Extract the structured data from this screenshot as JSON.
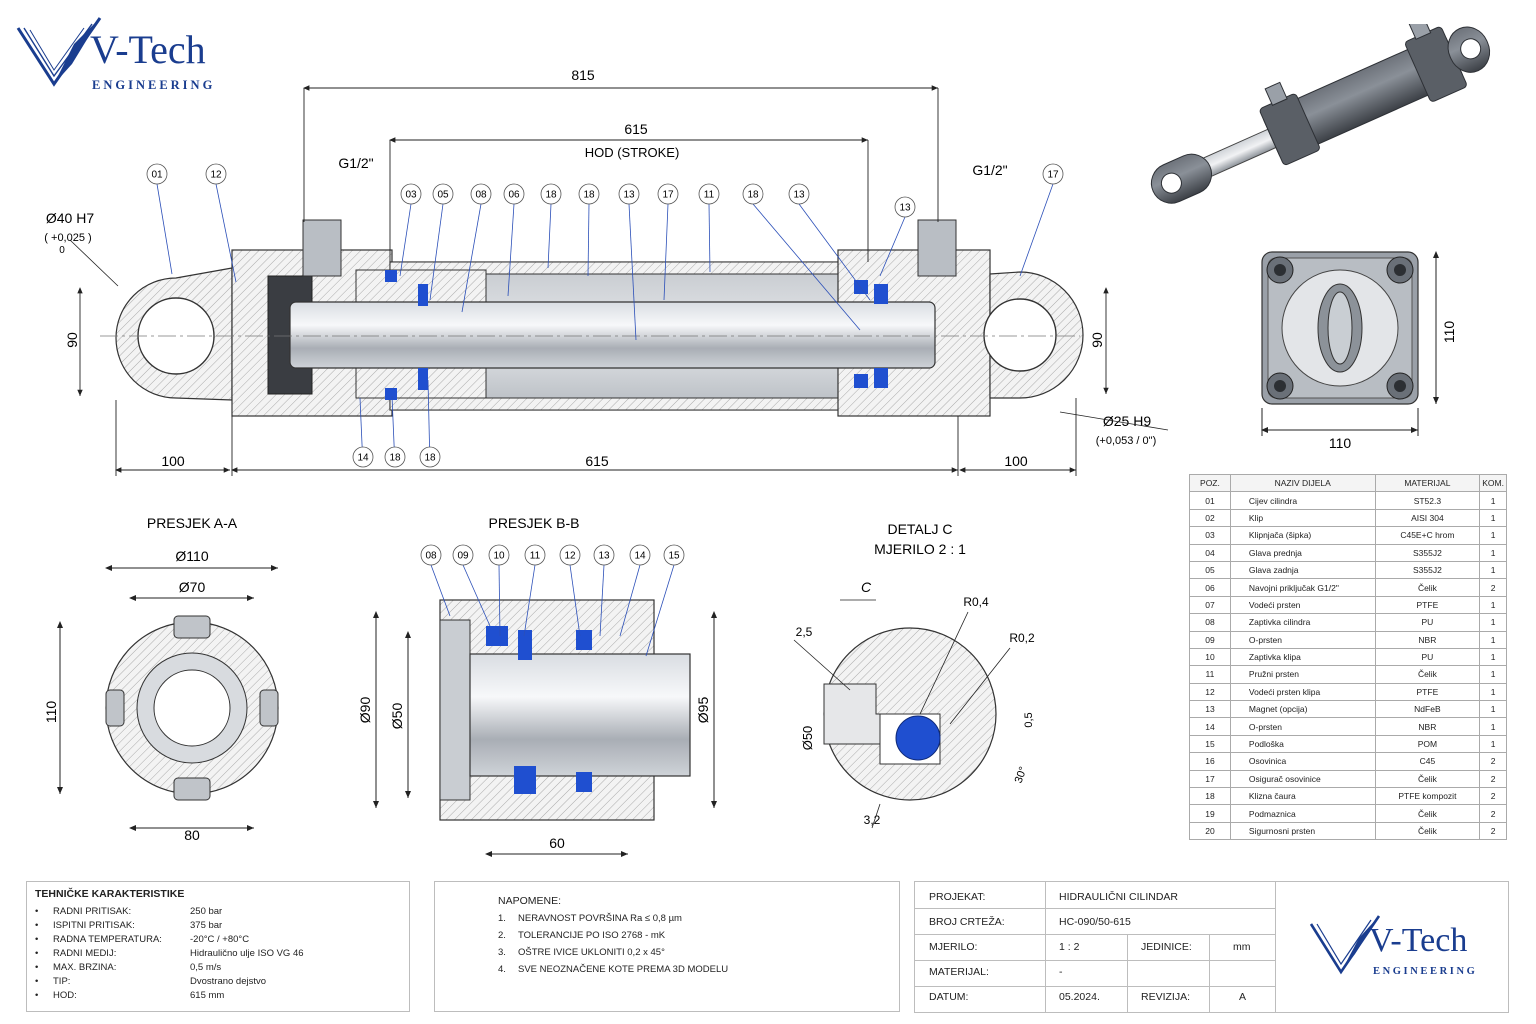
{
  "brand": {
    "name": "V-Tech",
    "sub": "ENGINEERING"
  },
  "main_view": {
    "dims": {
      "overall": "815",
      "stroke": "615",
      "stroke_label": "HOD (STROKE)",
      "bottom_left": "100",
      "bottom_mid": "615",
      "bottom_right": "100",
      "height_left": "90",
      "height_right": "90",
      "port_left": "G1/2\"",
      "port_right": "G1/2\"",
      "bore_left": "Ø40 H7",
      "bore_left_tol_upper": "( +0,025   )",
      "bore_left_tol_lower": "0",
      "bore_right": "Ø25 H9",
      "bore_right_tol": "(+0,053 / 0\")"
    },
    "balloons_top": [
      "01",
      "12",
      "03",
      "05",
      "08",
      "06",
      "18",
      "18",
      "13",
      "17",
      "11",
      "18",
      "13",
      "13",
      "17"
    ],
    "balloons_bottom": [
      "14",
      "18",
      "18"
    ]
  },
  "end_view": {
    "width": "110",
    "height": "110"
  },
  "section_aa": {
    "title": "PRESJEK A-A",
    "d_outer": "Ø110",
    "d_inner": "Ø70",
    "height": "110",
    "width": "80"
  },
  "section_bb": {
    "title": "PRESJEK B-B",
    "balloons": [
      "08",
      "09",
      "10",
      "11",
      "12",
      "13",
      "14",
      "15"
    ],
    "d_left1": "Ø90",
    "d_left2": "Ø50",
    "d_right": "Ø95",
    "width": "60"
  },
  "detail_c": {
    "title": "DETALJ C",
    "scale": "MJERILO 2 : 1",
    "letter": "C",
    "r1": "R0,4",
    "r2": "R0,2",
    "d1": "2,5",
    "d2": "Ø50",
    "d3": "3,2",
    "a1": "0,5",
    "a2": "30°"
  },
  "bom": {
    "headers": [
      "POZ.",
      "NAZIV DIJELA",
      "MATERIJAL",
      "KOM."
    ],
    "rows": [
      [
        "01",
        "Cijev cilindra",
        "ST52.3",
        "1"
      ],
      [
        "02",
        "Klip",
        "AISI 304",
        "1"
      ],
      [
        "03",
        "Klipnjača (šipka)",
        "C45E+C hrom",
        "1"
      ],
      [
        "04",
        "Glava prednja",
        "S355J2",
        "1"
      ],
      [
        "05",
        "Glava zadnja",
        "S355J2",
        "1"
      ],
      [
        "06",
        "Navojni priključak G1/2\"",
        "Čelik",
        "2"
      ],
      [
        "07",
        "Vodeći prsten",
        "PTFE",
        "1"
      ],
      [
        "08",
        "Zaptivka cilindra",
        "PU",
        "1"
      ],
      [
        "09",
        "O-prsten",
        "NBR",
        "1"
      ],
      [
        "10",
        "Zaptivka klipa",
        "PU",
        "1"
      ],
      [
        "11",
        "Pružni prsten",
        "Čelik",
        "1"
      ],
      [
        "12",
        "Vodeći prsten klipa",
        "PTFE",
        "1"
      ],
      [
        "13",
        "Magnet (opcija)",
        "NdFeB",
        "1"
      ],
      [
        "14",
        "O-prsten",
        "NBR",
        "1"
      ],
      [
        "15",
        "Podloška",
        "POM",
        "1"
      ],
      [
        "16",
        "Osovinica",
        "C45",
        "2"
      ],
      [
        "17",
        "Osigurač osovinice",
        "Čelik",
        "2"
      ],
      [
        "18",
        "Klizna čaura",
        "PTFE kompozit",
        "2"
      ],
      [
        "19",
        "Podmaznica",
        "Čelik",
        "2"
      ],
      [
        "20",
        "Sigurnosni prsten",
        "Čelik",
        "2"
      ]
    ]
  },
  "tech": {
    "title": "TEHNIČKE KARAKTERISTIKE",
    "rows": [
      {
        "k": "RADNI PRITISAK:",
        "v": "250 bar"
      },
      {
        "k": "ISPITNI PRITISAK:",
        "v": "375 bar"
      },
      {
        "k": "RADNA TEMPERATURA:",
        "v": "-20°C / +80°C"
      },
      {
        "k": "RADNI MEDIJ:",
        "v": "Hidraulično ulje ISO VG 46"
      },
      {
        "k": "MAX. BRZINA:",
        "v": "0,5 m/s"
      },
      {
        "k": "TIP:",
        "v": "Dvostrano dejstvo"
      },
      {
        "k": "HOD:",
        "v": "615 mm"
      }
    ]
  },
  "notes": {
    "title": "NAPOMENE:",
    "rows": [
      {
        "i": "1.",
        "t": "NERAVNOST POVRŠINA  Ra ≤ 0,8 µm"
      },
      {
        "i": "2.",
        "t": "TOLERANCIJE PO ISO 2768 - mK"
      },
      {
        "i": "3.",
        "t": "OŠTRE IVICE UKLONITI  0,2 x 45°"
      },
      {
        "i": "4.",
        "t": "SVE NEOZNAČENE KOTE PREMA 3D MODELU"
      }
    ]
  },
  "title_block": {
    "project_label": "PROJEKAT:",
    "project": "HIDRAULIČNI CILINDAR",
    "drawing_label": "BROJ CRTEŽA:",
    "drawing": "HC-090/50-615",
    "scale_label": "MJERILO:",
    "scale": "1 : 2",
    "units_label": "JEDINICE:",
    "units": "mm",
    "material_label": "MATERIJAL:",
    "material": "-",
    "date_label": "DATUM:",
    "date": "05.2024.",
    "revision_label": "REVIZIJA:",
    "revision": "A"
  },
  "colors": {
    "brand": "#1a3d8f",
    "seal": "#1f4fd0",
    "steel": "#9aa0a8",
    "hatch": "#8a8a8a"
  }
}
